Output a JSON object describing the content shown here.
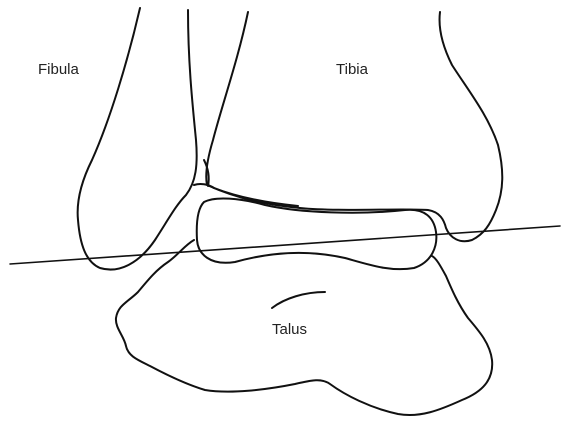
{
  "labels": {
    "fibula": "Fibula",
    "tibia": "Tibia",
    "talus": "Talus"
  },
  "colors": {
    "outline": "#111111",
    "background": "#ffffff"
  }
}
